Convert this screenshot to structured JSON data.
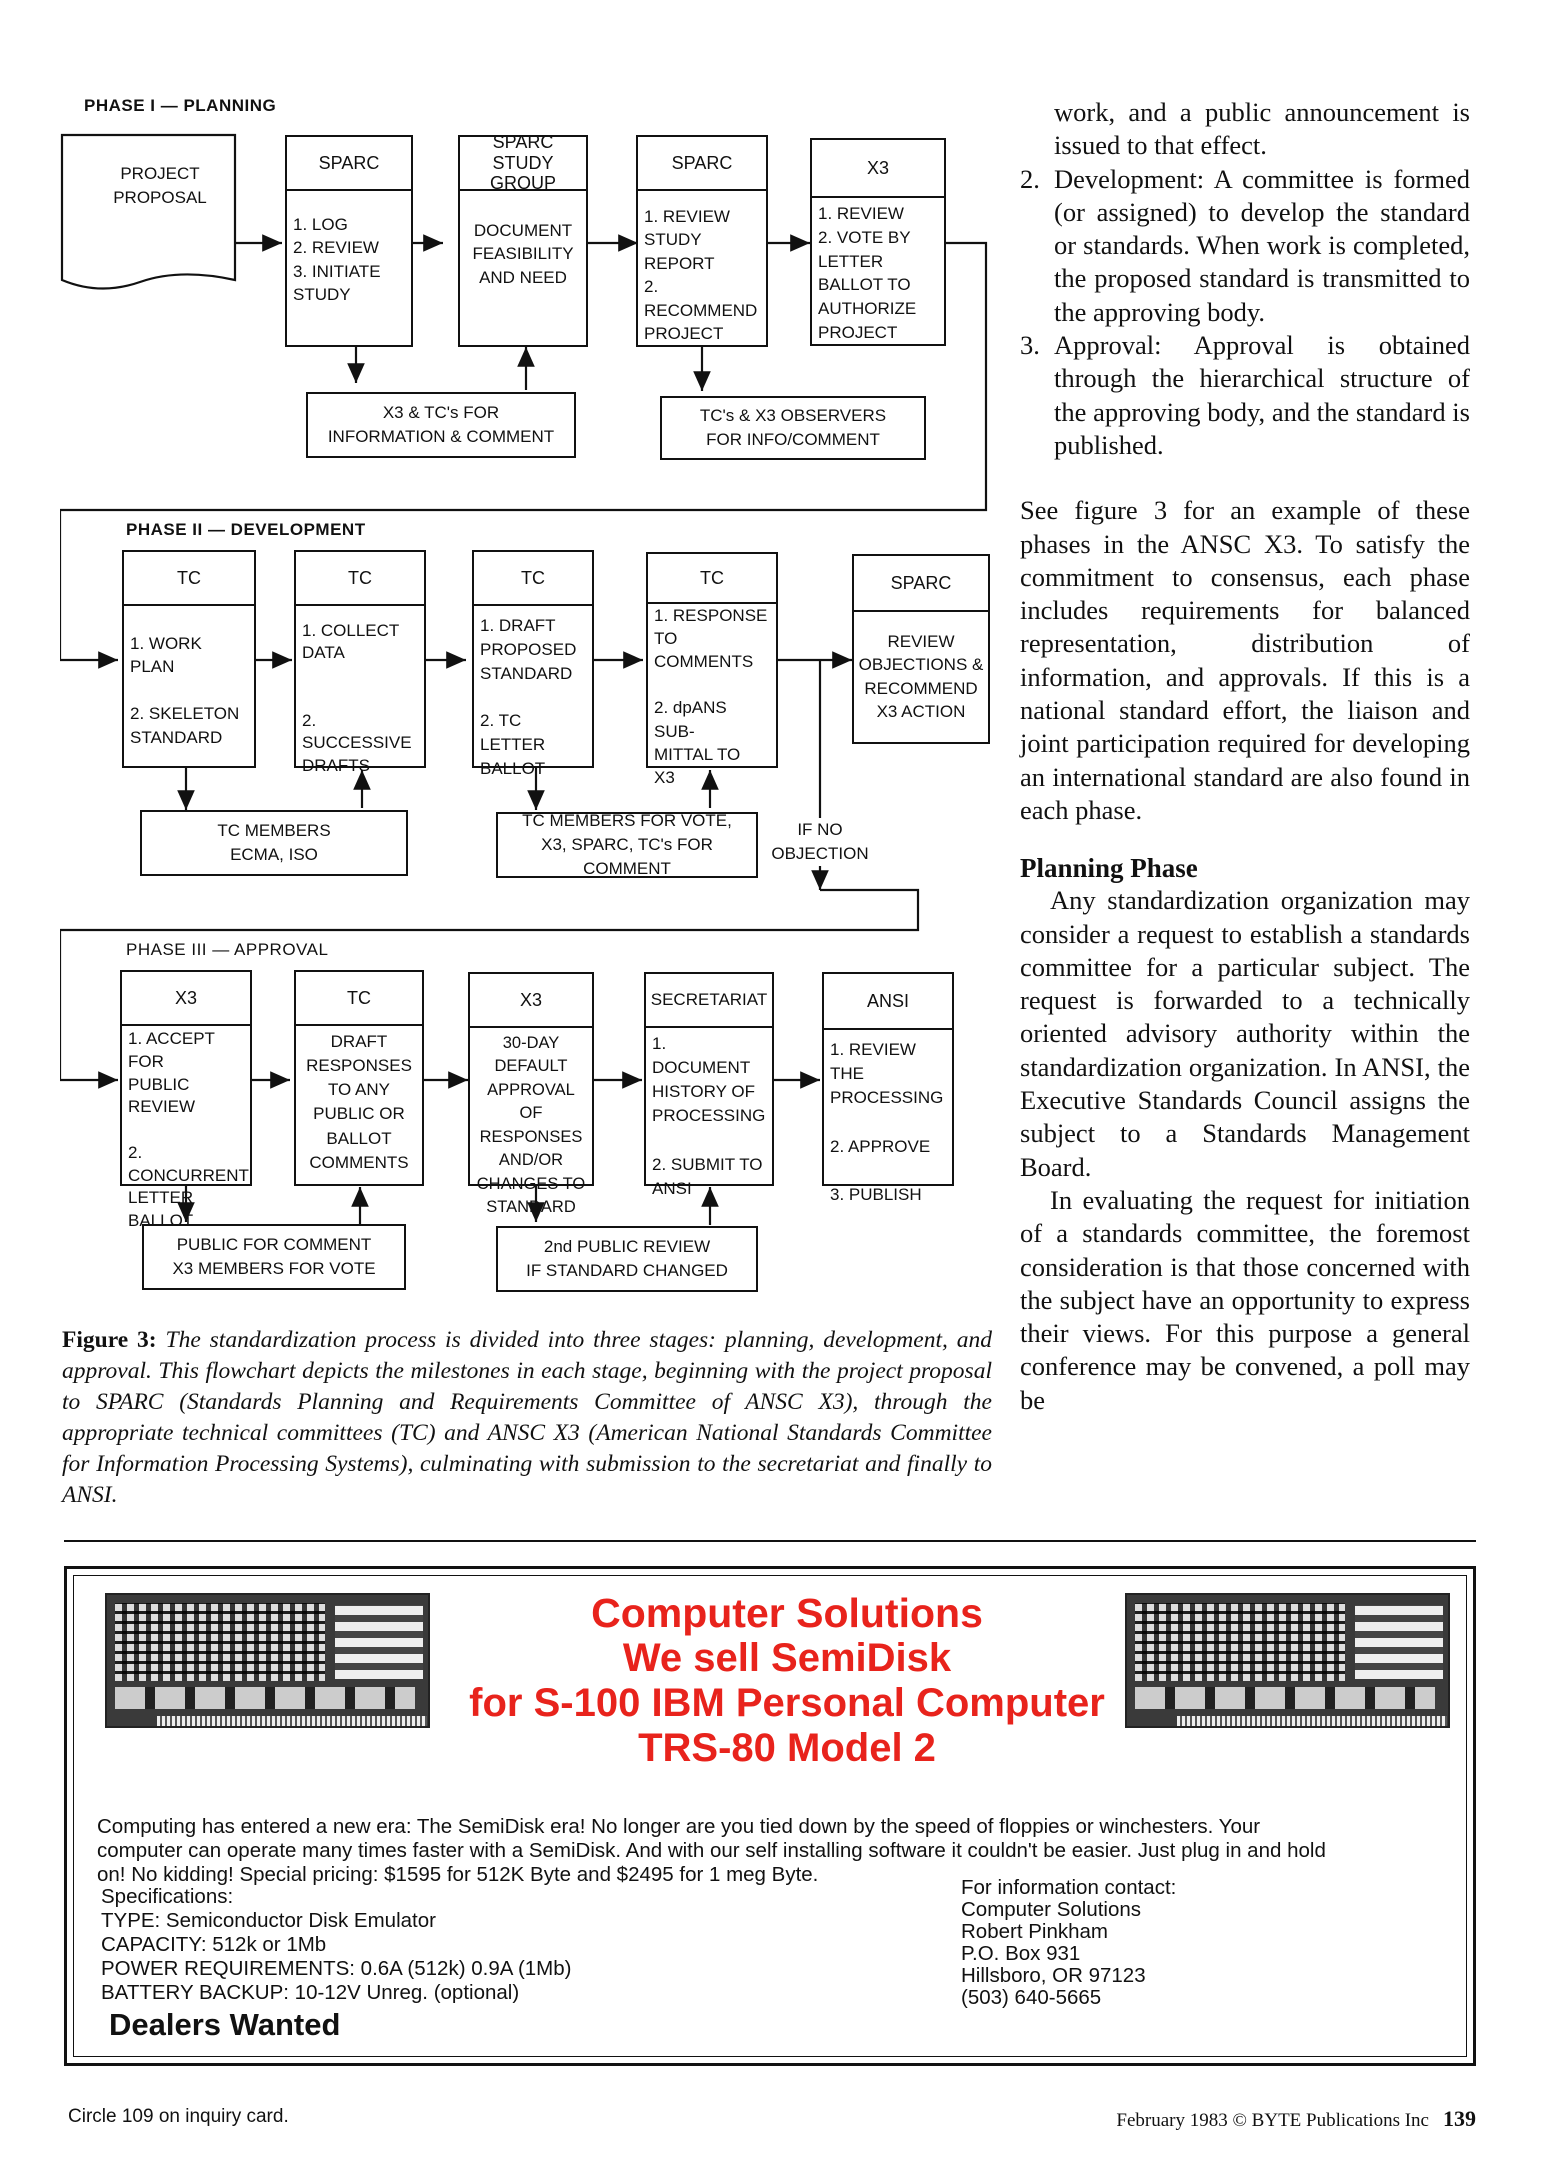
{
  "flowchart": {
    "phase1": {
      "title": "PHASE I — PLANNING",
      "proposal": "PROJECT\nPROPOSAL",
      "box1": {
        "head": "SPARC",
        "body": "1.  LOG\n2.  REVIEW\n3.  INITIATE\n     STUDY"
      },
      "box2": {
        "head": "SPARC\nSTUDY GROUP",
        "body": "DOCUMENT\nFEASIBILITY\nAND NEED"
      },
      "box3": {
        "head": "SPARC",
        "body": "1. REVIEW\n    STUDY\n    REPORT\n2. RECOMMEND\n    PROJECT"
      },
      "box4": {
        "head": "X3",
        "body": "1.  REVIEW\n2.  VOTE BY\n     LETTER\n     BALLOT TO\n     AUTHORIZE\n     PROJECT"
      },
      "note1": "X3 & TC's FOR\nINFORMATION & COMMENT",
      "note2": "TC's & X3 OBSERVERS\nFOR INFO/COMMENT"
    },
    "phase2": {
      "title": "PHASE II — DEVELOPMENT",
      "box1": {
        "head": "TC",
        "body": "1.  WORK PLAN\n\n2.  SKELETON\n     STANDARD"
      },
      "box2": {
        "head": "TC",
        "body": "1.  COLLECT\n     DATA\n\n\n2.  SUCCESSIVE\n     DRAFTS"
      },
      "box3": {
        "head": "TC",
        "body": "1.  DRAFT\n     PROPOSED\n     STANDARD\n\n2.  TC LETTER\n     BALLOT"
      },
      "box4": {
        "head": "TC",
        "body": "1.  RESPONSE\n     TO\n     COMMENTS\n\n2.  dpANS SUB-\n     MITTAL TO\n     X3"
      },
      "box5": {
        "head": "SPARC",
        "body": "REVIEW\nOBJECTIONS &\nRECOMMEND\nX3 ACTION"
      },
      "note1": "TC MEMBERS\nECMA, ISO",
      "note2": "TC MEMBERS FOR VOTE,\nX3, SPARC, TC's FOR COMMENT",
      "ifno": "IF NO\nOBJECTION"
    },
    "phase3": {
      "title": "PHASE III — APPROVAL",
      "box1": {
        "head": "X3",
        "body": "1. ACCEPT FOR\n    PUBLIC\n    REVIEW\n\n2. CONCURRENT\n    LETTER\n    BALLOT"
      },
      "box2": {
        "head": "TC",
        "body": "DRAFT\nRESPONSES\nTO ANY\nPUBLIC OR\nBALLOT\nCOMMENTS"
      },
      "box3": {
        "head": "X3",
        "body": "30-DAY DEFAULT\nAPPROVAL\nOF RESPONSES\nAND/OR\nCHANGES TO\nSTANDARD"
      },
      "box4": {
        "head": "SECRETARIAT",
        "body": "1.  DOCUMENT\n     HISTORY OF\n     PROCESSING\n\n2.  SUBMIT TO\n     ANSI"
      },
      "box5": {
        "head": "ANSI",
        "body": "1.  REVIEW THE\n     PROCESSING\n\n2.  APPROVE\n\n3.  PUBLISH"
      },
      "note1": "PUBLIC FOR COMMENT\nX3 MEMBERS FOR VOTE",
      "note2": "2nd PUBLIC REVIEW\nIF STANDARD CHANGED"
    }
  },
  "caption": {
    "label": "Figure 3:",
    "text": "The standardization process is divided into three stages: planning, development, and approval. This flowchart depicts the milestones in each stage, beginning with the project proposal to SPARC (Standards Planning and Requirements Committee of ANSC X3), through the appropriate technical committees (TC) and ANSC X3 (American National Standards Committee for Information Processing Systems), culminating with submission to the secretariat and finally to ANSI."
  },
  "column": {
    "intro": "work, and a public announcement is issued to that effect.",
    "items": [
      {
        "num": "2.",
        "text": "Development: A committee is formed (or assigned) to develop the standard or standards. When work is completed, the proposed standard is transmitted to the approving body."
      },
      {
        "num": "3.",
        "text": "Approval: Approval is obtained through the hierarchical structure of the approving body, and the standard is published."
      }
    ],
    "para1": "See figure 3 for an example of these phases in the ANSC X3. To satisfy the commitment to consensus, each phase includes requirements for balanced representation, distribution of information, and approvals. If this is a national standard effort, the liaison and joint participation required for developing an international standard are also found in each phase.",
    "heading": "Planning Phase",
    "para2": "Any standardization organization may consider a request to establish a standards committee for a particular subject. The request is forwarded to a technically oriented advisory authority within the standardization organization. In ANSI, the Executive Standards Council assigns the subject to a Standards Management Board.",
    "para3": "In evaluating the request for initiation of a standards committee, the foremost consideration is that those concerned with the subject have an opportunity to express their views. For this purpose a general conference may be convened, a poll may be"
  },
  "ad": {
    "headline": [
      "Computer Solutions",
      "We sell SemiDisk",
      "for S-100 IBM Personal Computer",
      "TRS-80 Model 2"
    ],
    "headline_color": "#e8231c",
    "body_lines": [
      "Computing has entered a new era: The SemiDisk era! No longer are you tied down by the speed of floppies or winchesters. Your",
      "computer can operate many times faster with a SemiDisk. And with our self installing software it couldn't be easier. Just plug in and hold",
      "on! No kidding! Special pricing: $1595 for 512K Byte and $2495 for 1 meg Byte."
    ],
    "specs": [
      "Specifications:",
      "TYPE: Semiconductor Disk Emulator",
      "CAPACITY: 512k or 1Mb",
      "POWER REQUIREMENTS: 0.6A (512k) 0.9A (1Mb)",
      "BATTERY BACKUP: 10-12V Unreg. (optional)"
    ],
    "contact": [
      "For information contact:",
      "Computer Solutions",
      "Robert Pinkham",
      "P.O. Box 931",
      "Hillsboro, OR 97123",
      "(503) 640-5665"
    ],
    "dealers": "Dealers Wanted"
  },
  "footer": {
    "left": "Circle 109 on inquiry card.",
    "right": "February 1983 © BYTE Publications Inc",
    "page": "139"
  }
}
